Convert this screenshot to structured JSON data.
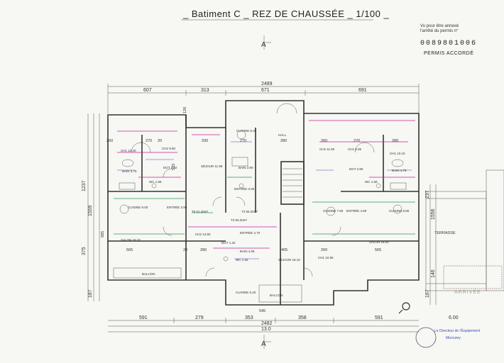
{
  "title": "_ Batiment C _ REZ DE CHAUSSÉE _ 1/100 _",
  "stamp": {
    "line1": "Vu pour être annexé",
    "line2": "l'arrêté du permis n°",
    "number": "0089801006",
    "status": "PERMIS ACCORDÉ",
    "received": "ARRIVÉE",
    "prefecture": "Le Directeur de l'Équipement",
    "city": "Mercurey"
  },
  "section_marker": "A",
  "dimensions": {
    "top_total": "2489",
    "top_segments": [
      "607",
      "313",
      "671",
      "691"
    ],
    "bottom_total": "2482",
    "bottom_segments": [
      "591",
      "279",
      "353",
      "358",
      "591"
    ],
    "bottom_extra": "13.0",
    "bottom_right": "6.00",
    "left_vertical": [
      "1237",
      "1559",
      "375",
      "187"
    ],
    "right_vertical": [
      "237",
      "1556",
      "187",
      "146"
    ],
    "row_a": [
      "260",
      "270",
      "20",
      "330",
      "270",
      "280",
      "260",
      "270",
      "280"
    ],
    "row_b": [
      "565",
      "280",
      "20",
      "405",
      "260",
      "565"
    ],
    "misc": [
      "533",
      "585",
      "126",
      "545"
    ]
  },
  "rooms": [
    {
      "id": "ch1-left",
      "label": "CH1 12.40"
    },
    {
      "id": "ch2-left",
      "label": "CH2 9.80"
    },
    {
      "id": "bain-left",
      "label": "BAIN 4.75"
    },
    {
      "id": "wc-left",
      "label": "WC 1.58"
    },
    {
      "id": "dgt-left",
      "label": "DGT 3.82"
    },
    {
      "id": "sejour-left-top",
      "label": "SÉJOUR 11.85"
    },
    {
      "id": "cuisine-left",
      "label": "CUISINE 9.00"
    },
    {
      "id": "entree-left",
      "label": "ENTRÉE 3.90"
    },
    {
      "id": "salon-left",
      "label": "SALON 18.33"
    },
    {
      "id": "balcon-left",
      "label": "BALCON"
    },
    {
      "id": "cuisine-top",
      "label": "CUISINE 5.40"
    },
    {
      "id": "bain-center",
      "label": "BAIN 3.90"
    },
    {
      "id": "entree-center",
      "label": "ENTRÉE 3.00"
    },
    {
      "id": "hall",
      "label": "HALL"
    },
    {
      "id": "ch-right-top",
      "label": "CH2 11.90"
    },
    {
      "id": "ch1-right",
      "label": "CH1 9.05"
    },
    {
      "id": "ch-right-far",
      "label": "CH1 10.15"
    },
    {
      "id": "bain-right",
      "label": "BAIN 4.75"
    },
    {
      "id": "wc-right",
      "label": "WC 1.58"
    },
    {
      "id": "dgt-right",
      "label": "DGT 2.80"
    },
    {
      "id": "cuisine-right",
      "label": "CUISINE 7.60"
    },
    {
      "id": "entree-right",
      "label": "ENTRÉE 4.80"
    },
    {
      "id": "cuisine-right-far",
      "label": "CUISINE 8.80"
    },
    {
      "id": "salon-right",
      "label": "SALON 18.00"
    },
    {
      "id": "t5",
      "label": "T5 51.45m²"
    },
    {
      "id": "t3-center",
      "label": "T3 55.25m²"
    },
    {
      "id": "t3-low",
      "label": "T3 50.20m²"
    },
    {
      "id": "ch-center",
      "label": "CH2 13.60"
    },
    {
      "id": "dgt-center",
      "label": "DGT 1.20"
    },
    {
      "id": "entree-c2",
      "label": "ENTRÉE 4.70"
    },
    {
      "id": "bain-c2",
      "label": "BAIN 4.05"
    },
    {
      "id": "wc-c2",
      "label": "WC 1.35"
    },
    {
      "id": "sejour-center",
      "label": "SÉJOUR 18.10"
    },
    {
      "id": "ch-center-right",
      "label": "CH1 10.95"
    },
    {
      "id": "cuisine-bottom",
      "label": "CUISINE 6.40"
    },
    {
      "id": "balcon-bottom",
      "label": "BALCON"
    },
    {
      "id": "terrasse",
      "label": "TERRASSE"
    }
  ]
}
